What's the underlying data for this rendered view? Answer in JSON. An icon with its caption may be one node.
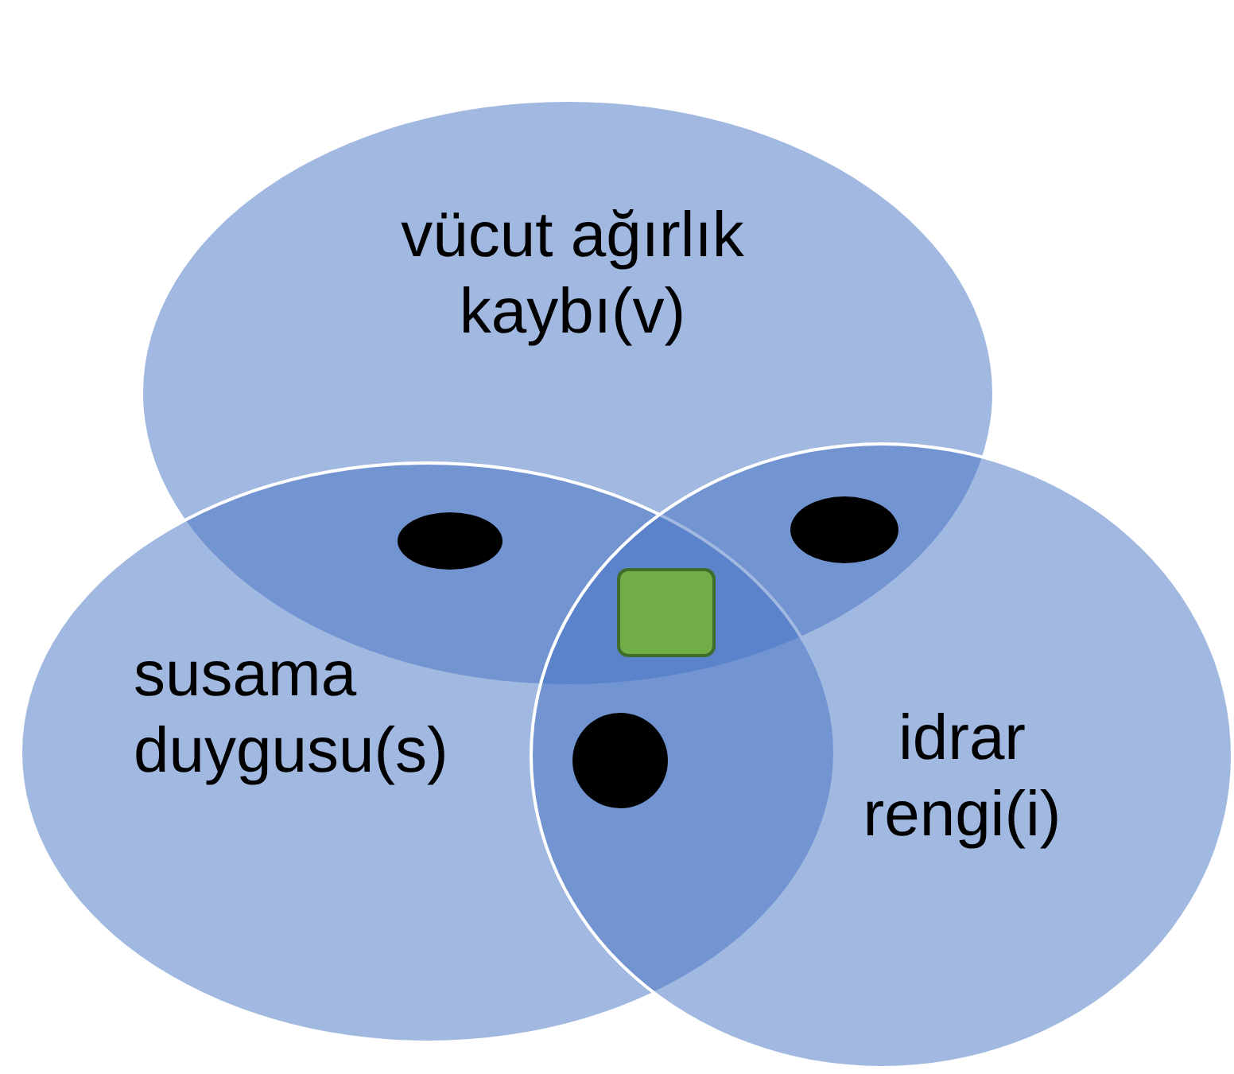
{
  "diagram": {
    "nodes": [
      {
        "text": [
          "vücut ağırlık kaybı(v)"
        ]
      },
      {
        "text": [
          "susama duygusu(s)"
        ]
      },
      {
        "text": [
          "idrar rengi(i)"
        ]
      },
      {
        "text": [],
        "shape": "circle"
      },
      {
        "text": [],
        "shape": "circle"
      },
      {
        "text": [],
        "shape": "box"
      },
      {
        "text": [],
        "shape": "circle"
      }
    ]
  }
}
